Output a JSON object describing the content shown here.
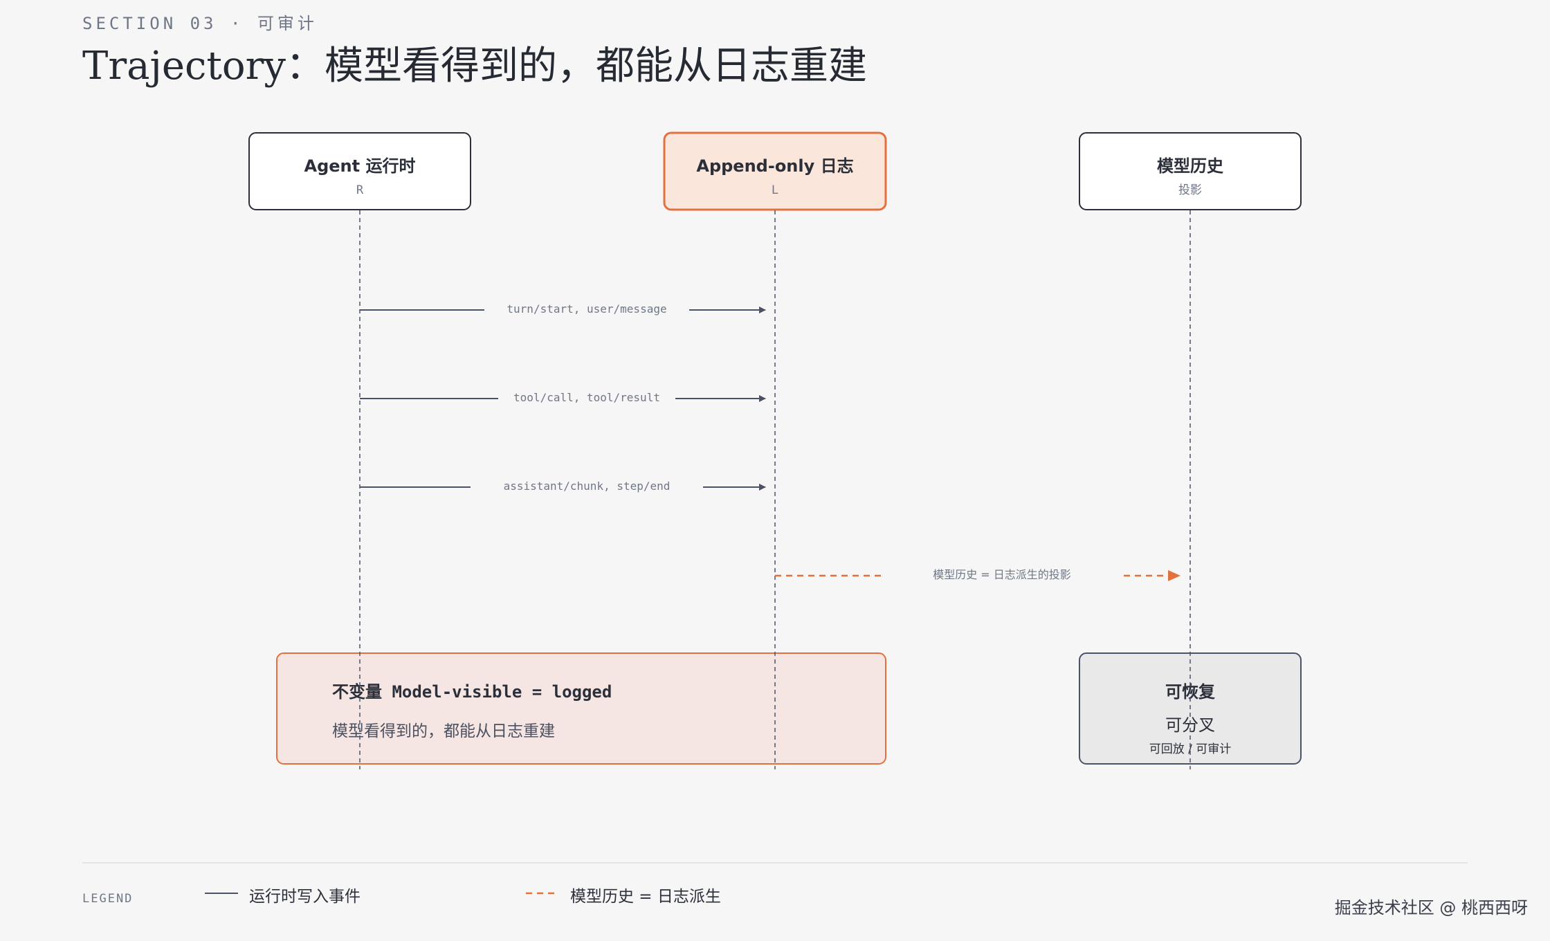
{
  "header": {
    "kicker": "SECTION 03 · 可审计",
    "title": "Trajectory：模型看得到的，都能从日志重建"
  },
  "participants": [
    {
      "name": "Agent 运行时",
      "sub": "R"
    },
    {
      "name": "Append-only 日志",
      "sub": "L"
    },
    {
      "name": "模型历史",
      "sub": "投影"
    }
  ],
  "messages": [
    {
      "label": "turn/start, user/message",
      "from": "Agent 运行时",
      "to": "Append-only 日志",
      "style": "solid"
    },
    {
      "label": "tool/call, tool/result",
      "from": "Agent 运行时",
      "to": "Append-only 日志",
      "style": "solid"
    },
    {
      "label": "assistant/chunk, step/end",
      "from": "Agent 运行时",
      "to": "Append-only 日志",
      "style": "solid"
    },
    {
      "label": "模型历史 = 日志派生的投影",
      "from": "Append-only 日志",
      "to": "模型历史",
      "style": "dashed"
    }
  ],
  "invariant_note": {
    "heading": "不变量 Model-visible = logged",
    "body": "模型看得到的，都能从日志重建"
  },
  "recover_note": {
    "line1": "可恢复",
    "line2": "可分叉",
    "line3": "可回放 / 可审计"
  },
  "legend": {
    "label": "LEGEND",
    "items": [
      {
        "style": "solid",
        "text": "运行时写入事件"
      },
      {
        "style": "dashed",
        "text": "模型历史 = 日志派生"
      }
    ]
  },
  "watermark": "掘金技术社区 @ 桃西西呀",
  "colors": {
    "background": "#f6f6f6",
    "ink": "#2b2f3a",
    "muted": "#6f7787",
    "arrow": "#4a5266",
    "accent": "#e2713e",
    "accent_fill": "#fbe6dc",
    "note_fill": "#f5e6e4",
    "recover_fill": "#e9e9ea"
  }
}
